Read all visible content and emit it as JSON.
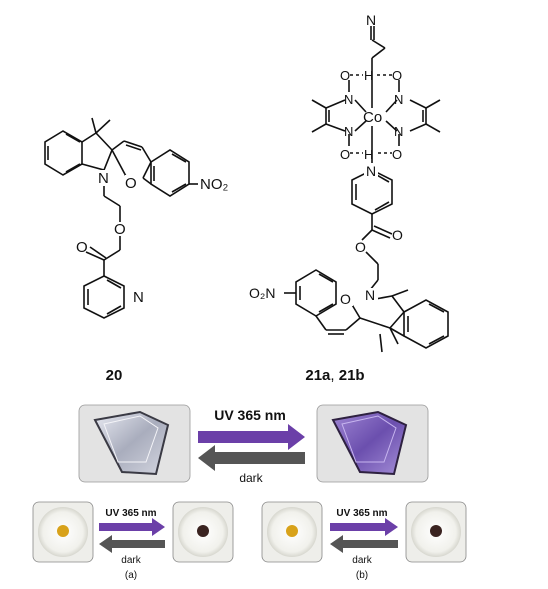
{
  "compounds": {
    "left": {
      "id": "20"
    },
    "right": {
      "id_a": "21a",
      "sep": ", ",
      "id_b": "21b"
    }
  },
  "atoms": {
    "n": "N",
    "o": "O",
    "co": "Co",
    "h": "H",
    "no2_left": "NO₂",
    "no2_right": "O₂N"
  },
  "photoswitch": {
    "forward_label": "UV 365 nm",
    "reverse_label": "dark",
    "panel_a": "(a)",
    "panel_b": "(b)",
    "colors": {
      "uv_arrow": "#6b3fa8",
      "dark_arrow": "#555555",
      "crystal_before": "#c9ccd8",
      "crystal_after": "#7b5bb5",
      "spot_before": "#d8a21a",
      "spot_after": "#3a2320"
    }
  }
}
